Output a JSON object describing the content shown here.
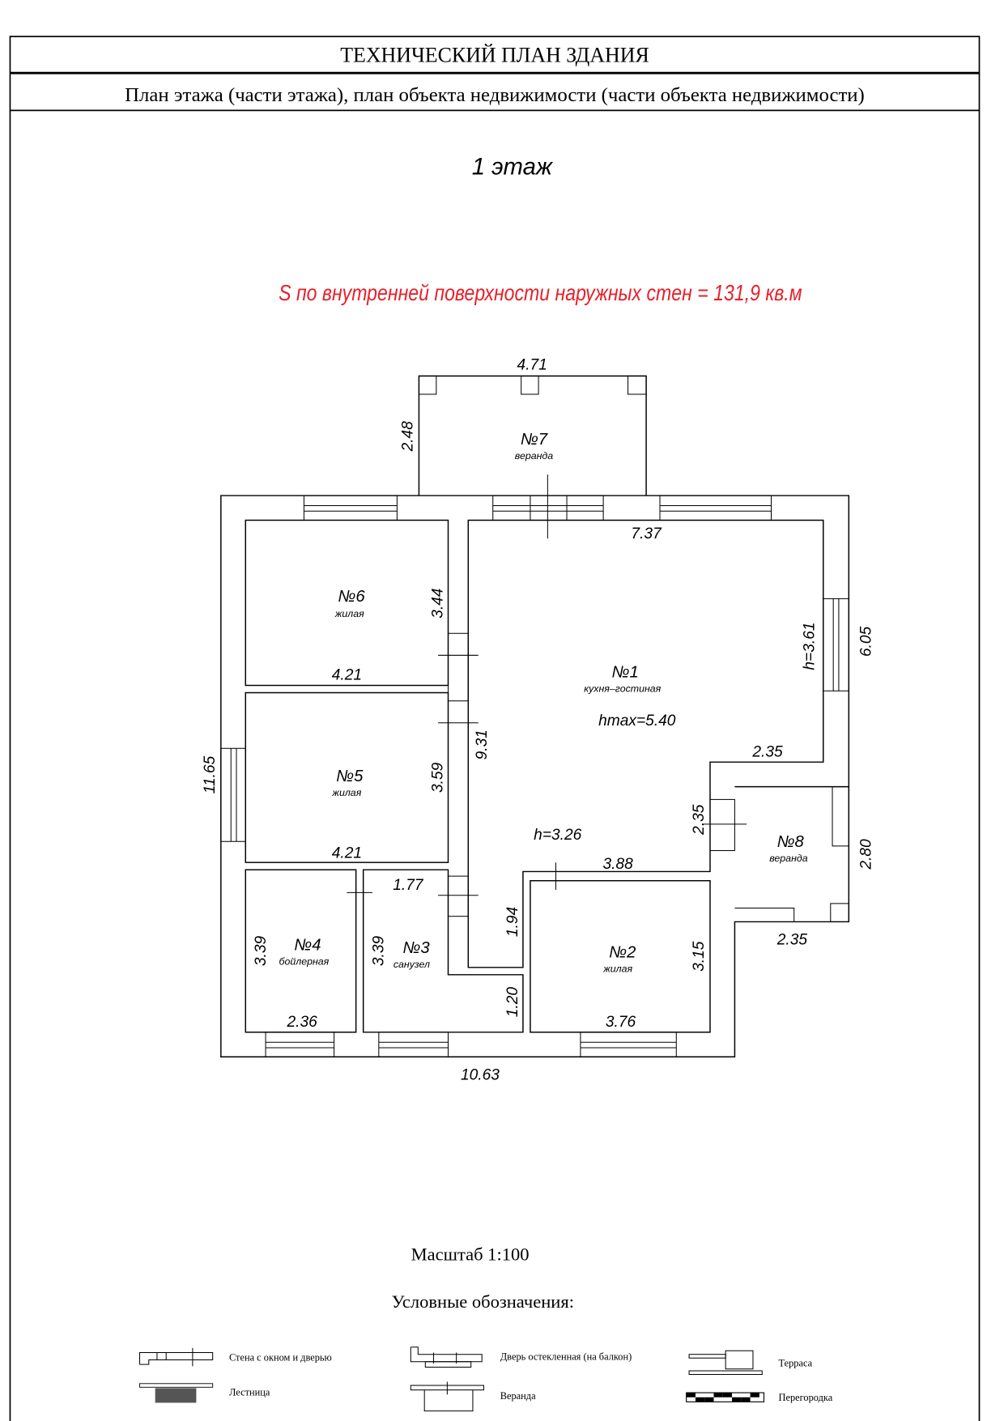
{
  "header": {
    "title": "ТЕХНИЧЕСКИЙ ПЛАН ЗДАНИЯ",
    "subtitle": "План этажа (части этажа), план объекта недвижимости (части объекта недвижимости)"
  },
  "floor_label": "1 этаж",
  "area_note": "S по внутренней поверхности наружных стен = 131,9 кв.м",
  "area_color": "#e8202a",
  "rooms": [
    {
      "number": "№1",
      "type": "кухня–гостиная"
    },
    {
      "number": "№2",
      "type": "жилая"
    },
    {
      "number": "№3",
      "type": "санузел"
    },
    {
      "number": "№4",
      "type": "бойлерная"
    },
    {
      "number": "№5",
      "type": "жилая"
    },
    {
      "number": "№6",
      "type": "жилая"
    },
    {
      "number": "№7",
      "type": "веранда"
    },
    {
      "number": "№8",
      "type": "веранда"
    }
  ],
  "heights": {
    "hmax": "hmax=5.40",
    "h1": "h=3.26",
    "h2": "h=3.61"
  },
  "dimensions": {
    "veranda7_width": "4.71",
    "veranda7_depth": "2.48",
    "room1_top": "7.37",
    "room1_right": "6.05",
    "room1_left": "9.31",
    "room1_step": "2.35",
    "room1_step_v": "2.35",
    "room1_bottom": "3.88",
    "corridor_v1": "1.94",
    "corridor_v2": "1.20",
    "room3_top": "1.77",
    "room6_w": "4.21",
    "room6_h": "3.44",
    "room5_w": "4.21",
    "room5_h": "3.59",
    "room4_w": "2.36",
    "room4_h": "3.39",
    "room3_h": "3.39",
    "room2_w": "3.76",
    "room2_h": "3.15",
    "veranda8_w": "2.35",
    "veranda8_h": "2.80",
    "total_left": "11.65",
    "total_bottom": "10.63"
  },
  "scale": "Масштаб 1:100",
  "legend": {
    "title": "Условные обозначения:",
    "items": [
      "Стена с окном и дверью",
      "Лестница",
      "Дверь остекленная (на балкон)",
      "Веранда",
      "Терраса",
      "Перегородка"
    ]
  }
}
